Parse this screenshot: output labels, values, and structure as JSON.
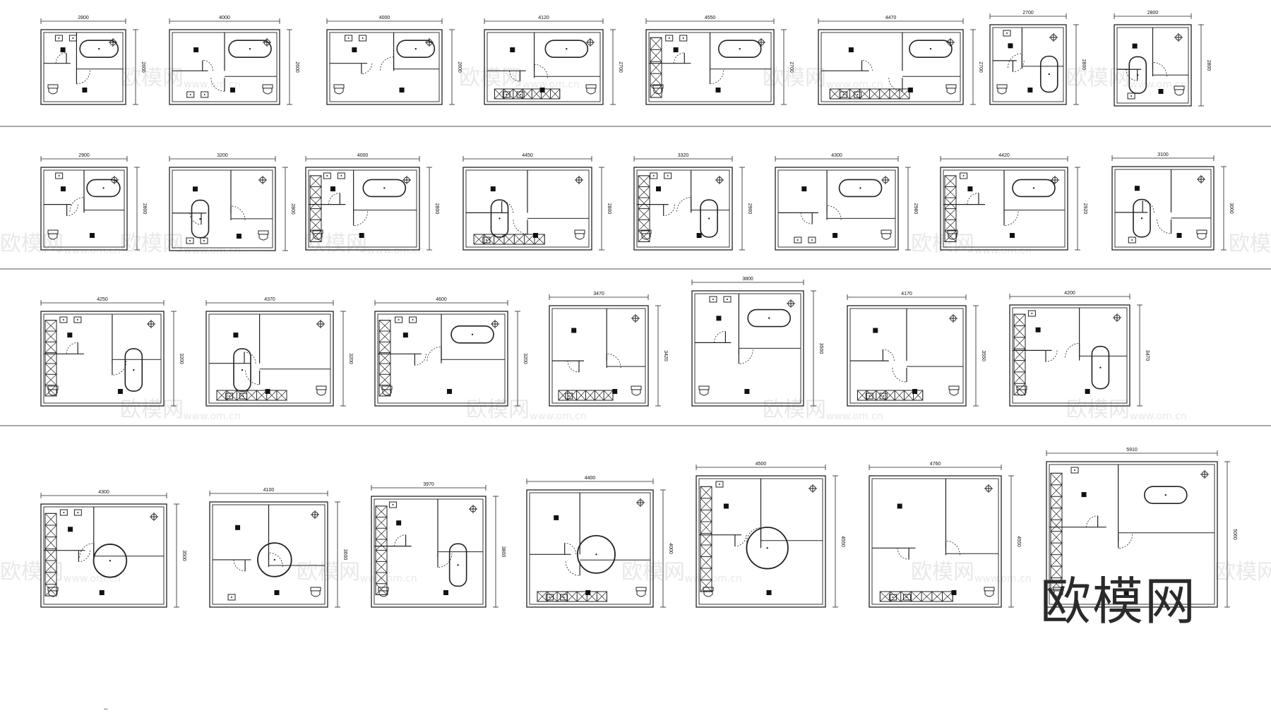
{
  "watermark": {
    "logo_text": "欧模网",
    "site_text": "www.om.cn"
  },
  "stray_mark": "‒",
  "rows": [
    {
      "plans": [
        {
          "width_mm": "2800",
          "depth_mm": "2600",
          "fixtures": [
            "toilet",
            "sink",
            "sink",
            "bathtub-oval"
          ]
        },
        {
          "width_mm": "4000",
          "depth_mm": "2600",
          "fixtures": [
            "bathtub-oval",
            "sink",
            "sink",
            "toilet"
          ]
        },
        {
          "width_mm": "4000",
          "depth_mm": "2600",
          "fixtures": [
            "bathtub-oval",
            "sink",
            "sink",
            "toilet"
          ]
        },
        {
          "width_mm": "4120",
          "depth_mm": "2700",
          "fixtures": [
            "bathtub-oval",
            "sink",
            "sink",
            "toilet",
            "wardrobe"
          ]
        },
        {
          "width_mm": "4550",
          "depth_mm": "2700",
          "fixtures": [
            "bathtub-oval",
            "sink",
            "sink",
            "toilet",
            "wardrobe"
          ]
        },
        {
          "width_mm": "4470",
          "depth_mm": "2700",
          "fixtures": [
            "bathtub-oval",
            "sink",
            "sink",
            "toilet",
            "wardrobe"
          ]
        },
        {
          "width_mm": "2700",
          "depth_mm": "2800",
          "fixtures": [
            "bathtub-rect",
            "sink",
            "toilet"
          ]
        },
        {
          "width_mm": "2800",
          "depth_mm": "2800",
          "fixtures": [
            "bathtub-rect",
            "sink",
            "toilet"
          ]
        }
      ]
    },
    {
      "plans": [
        {
          "width_mm": "2900",
          "depth_mm": "2800",
          "fixtures": [
            "bathtub-oval",
            "sink",
            "toilet"
          ]
        },
        {
          "width_mm": "3200",
          "depth_mm": "2800",
          "fixtures": [
            "bathtub-rect",
            "sink",
            "sink",
            "toilet"
          ]
        },
        {
          "width_mm": "4000",
          "depth_mm": "2800",
          "fixtures": [
            "bathtub-oval",
            "sink",
            "sink",
            "toilet",
            "wardrobe"
          ]
        },
        {
          "width_mm": "4450",
          "depth_mm": "2800",
          "fixtures": [
            "bathtub-rect",
            "sink",
            "toilet",
            "wardrobe"
          ]
        },
        {
          "width_mm": "3320",
          "depth_mm": "2900",
          "fixtures": [
            "bathtub-rect",
            "sink",
            "sink",
            "toilet",
            "wardrobe"
          ]
        },
        {
          "width_mm": "4300",
          "depth_mm": "2980",
          "fixtures": [
            "bathtub-oval",
            "sink",
            "sink",
            "toilet"
          ]
        },
        {
          "width_mm": "4420",
          "depth_mm": "2920",
          "fixtures": [
            "bathtub-oval",
            "sink",
            "toilet",
            "wardrobe"
          ]
        },
        {
          "width_mm": "3100",
          "depth_mm": "3000",
          "fixtures": [
            "bathtub-rect",
            "sink",
            "toilet"
          ]
        }
      ]
    },
    {
      "plans": [
        {
          "width_mm": "4250",
          "depth_mm": "3200",
          "fixtures": [
            "bathtub-rect",
            "sink",
            "sink",
            "toilet",
            "wardrobe"
          ]
        },
        {
          "width_mm": "4370",
          "depth_mm": "3200",
          "fixtures": [
            "bathtub-rect",
            "sink",
            "sink",
            "toilet",
            "wardrobe"
          ]
        },
        {
          "width_mm": "4600",
          "depth_mm": "3200",
          "fixtures": [
            "bathtub-oval",
            "sink",
            "sink",
            "toilet",
            "wardrobe"
          ]
        },
        {
          "width_mm": "3470",
          "depth_mm": "3420",
          "fixtures": [
            "sink",
            "toilet",
            "wardrobe"
          ]
        },
        {
          "width_mm": "3800",
          "depth_mm": "3500",
          "fixtures": [
            "bathtub-oval",
            "sink",
            "sink",
            "toilet"
          ]
        },
        {
          "width_mm": "4170",
          "depth_mm": "3550",
          "fixtures": [
            "sink",
            "sink",
            "toilet",
            "wardrobe"
          ]
        },
        {
          "width_mm": "4200",
          "depth_mm": "3470",
          "fixtures": [
            "bathtub-rect",
            "sink",
            "toilet",
            "wardrobe"
          ]
        }
      ]
    },
    {
      "plans": [
        {
          "width_mm": "4300",
          "depth_mm": "3500",
          "fixtures": [
            "round-tub",
            "sink",
            "sink",
            "toilet",
            "wardrobe"
          ]
        },
        {
          "width_mm": "4100",
          "depth_mm": "3600",
          "fixtures": [
            "round-tub",
            "sink",
            "toilet"
          ]
        },
        {
          "width_mm": "3970",
          "depth_mm": "3800",
          "fixtures": [
            "bathtub-rect",
            "sink",
            "toilet",
            "wardrobe"
          ]
        },
        {
          "width_mm": "4400",
          "depth_mm": "4000",
          "fixtures": [
            "round-tub",
            "sink",
            "sink",
            "toilet",
            "wardrobe"
          ]
        },
        {
          "width_mm": "4500",
          "depth_mm": "4550",
          "fixtures": [
            "round-tub",
            "sink",
            "toilet",
            "wardrobe"
          ]
        },
        {
          "width_mm": "4760",
          "depth_mm": "4550",
          "fixtures": [
            "sink",
            "sink",
            "toilet",
            "wardrobe"
          ]
        },
        {
          "width_mm": "5910",
          "depth_mm": "5060",
          "fixtures": [
            "bathtub-oval",
            "sink",
            "toilet",
            "wardrobe"
          ]
        }
      ]
    }
  ]
}
